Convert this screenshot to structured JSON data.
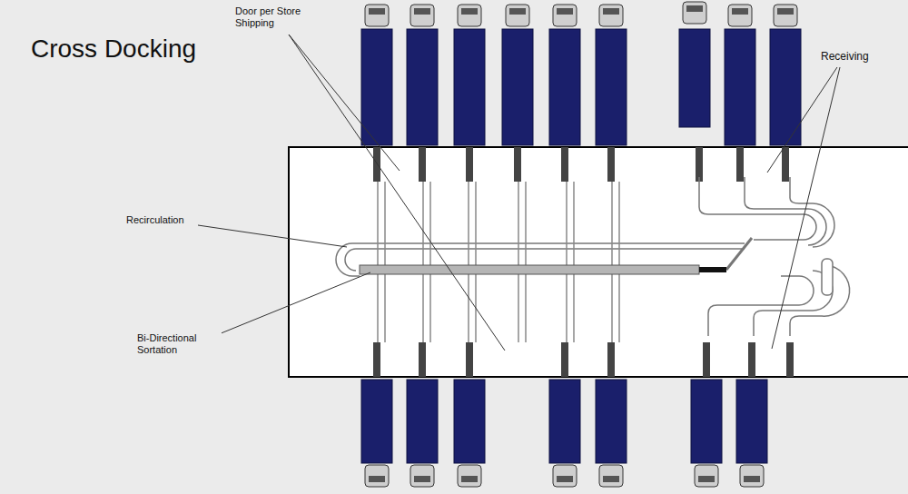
{
  "diagram": {
    "title": "Cross Docking",
    "labels": [
      "Door per Store Shipping",
      "Receiving",
      "Recirculation",
      "Bi-Directional Sortation"
    ]
  }
}
